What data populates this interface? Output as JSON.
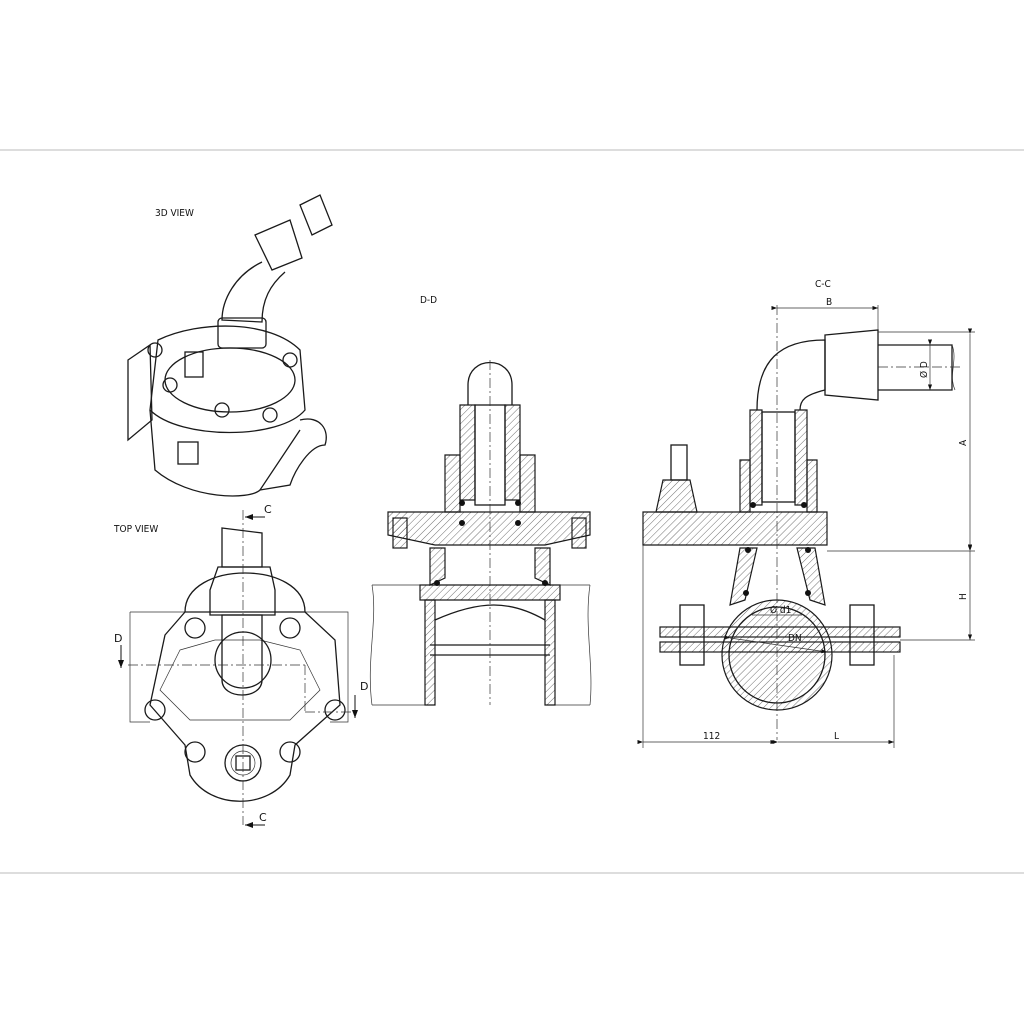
{
  "views": {
    "view_3d": "3D VIEW",
    "top_view": "TOP VIEW",
    "section_dd": "D-D",
    "section_cc": "C-C"
  },
  "section_markers": {
    "c_top": "C",
    "c_bottom": "C",
    "d_left": "D",
    "d_right": "D"
  },
  "dimensions": {
    "b": "B",
    "a": "A",
    "h": "H",
    "d": "Ø D",
    "d1": "Ø d1",
    "dn": "DN",
    "left_width": "112",
    "l": "L"
  }
}
